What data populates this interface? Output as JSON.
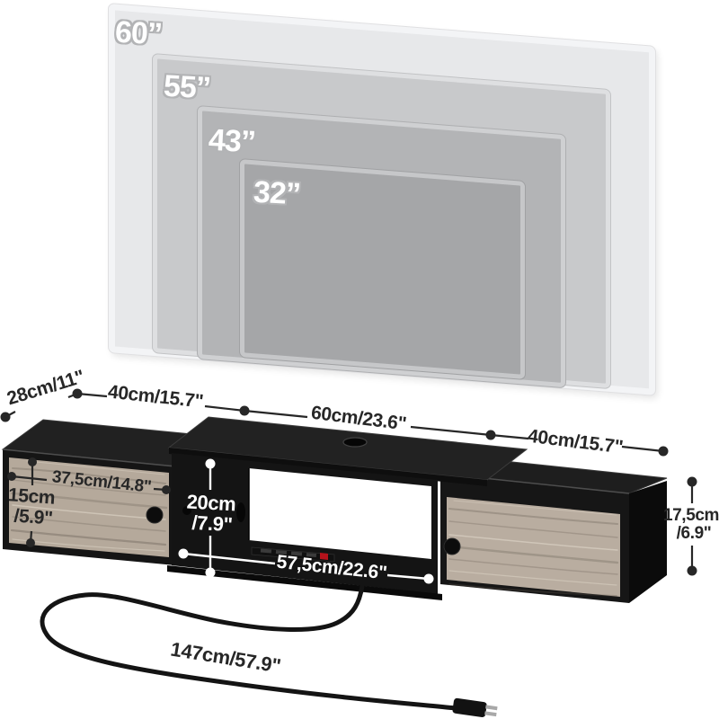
{
  "diagram": {
    "subject": "floating TV stand with power outlets - dimension diagram",
    "background": "#ffffff"
  },
  "tv_sizes": [
    {
      "label": "60”"
    },
    {
      "label": "55”"
    },
    {
      "label": "43”"
    },
    {
      "label": "32”"
    }
  ],
  "dims": {
    "depth": "28cm/11\"",
    "left_width": "40cm/15.7\"",
    "center_width": "60cm/23.6\"",
    "right_width": "40cm/15.7\"",
    "left_door_width": "37,5cm/14.8\"",
    "left_height_cm": "15cm",
    "left_height_in": "/5.9\"",
    "center_height_cm": "20cm",
    "center_height_in": "/7.9\"",
    "center_inner_width": "57,5cm/22.6\"",
    "right_height_cm": "17,5cm",
    "right_height_in": "/6.9\"",
    "cord_length": "147cm/57.9\""
  },
  "colors": {
    "tv_shades": [
      "#e7e8ea",
      "#c8c9cb",
      "#b3b4b6",
      "#a5a6a8"
    ],
    "cabinet_black": "#161616",
    "cabinet_top": "#202020",
    "wood_door": "#b5a99b",
    "dimension_text": "#272727",
    "dimension_text_inner": "#ffffff",
    "power_switch_red": "#b5121b",
    "cord": "#141414"
  }
}
